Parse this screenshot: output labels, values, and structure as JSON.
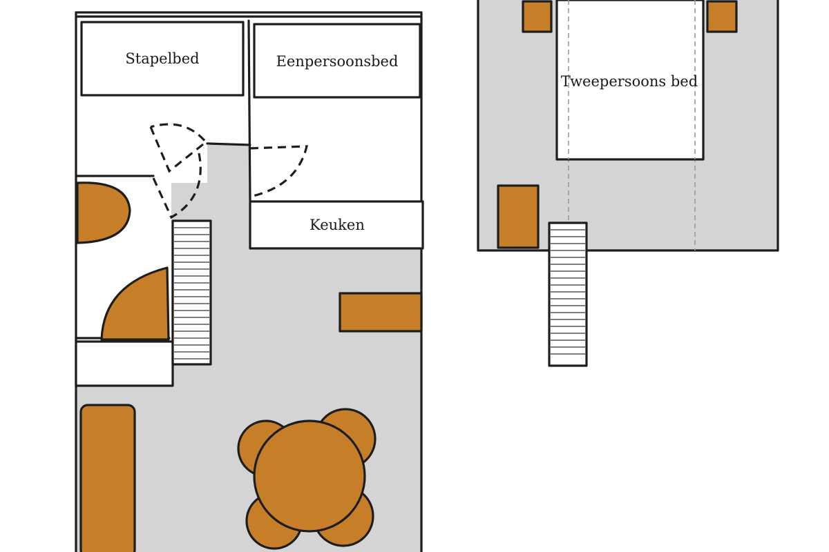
{
  "ground_floor": {
    "rooms": {
      "bunk_bed": "Stapelbed",
      "single_bed": "Eenpersoonsbed",
      "kitchen": "Keuken"
    }
  },
  "upper_floor": {
    "rooms": {
      "double_bed": "Tweepersoons bed"
    }
  },
  "colors": {
    "floor": "#d4d4d4",
    "furniture": "#c67f28",
    "line": "#1d1d1d",
    "room": "#ffffff"
  }
}
